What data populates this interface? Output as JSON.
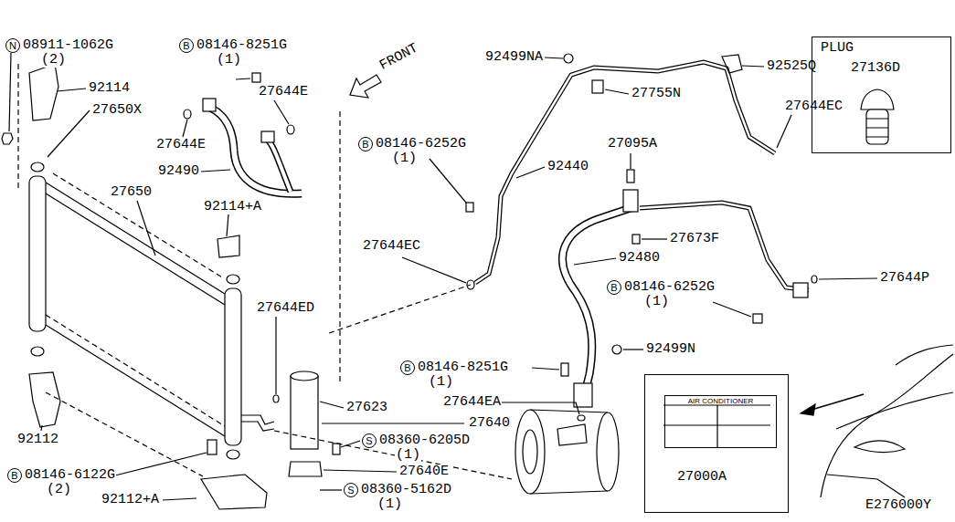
{
  "diagram": {
    "nodes": [
      {
        "text": [
          "PLUG",
          "27136D"
        ]
      },
      {
        "text": [
          "27000A"
        ]
      },
      {
        "text": [
          "AIR CONDITIONER"
        ],
        "in": 1
      }
    ],
    "labels": [
      "N",
      "08911-1062G",
      "(2)",
      "92114",
      "27650X",
      "B",
      "08146-8251G",
      "(1)",
      "27644E",
      "FRONT",
      "27644E",
      "92490",
      "27650",
      "92114+A",
      "27644ED",
      "27623",
      "27640",
      "S",
      "08360-6205D",
      "(1)",
      "27640E",
      "S",
      "08360-5162D",
      "(1)",
      "B",
      "08146-6122G",
      "(2)",
      "92112",
      "92112+A",
      "92499NA",
      "27755N",
      "92525Q",
      "27644EC",
      "B",
      "08146-6252G",
      "(1)",
      "92440",
      "27644EC",
      "27095A",
      "27673F",
      "92480",
      "27644P",
      "B",
      "08146-6252G",
      "(1)",
      "92499N",
      "B",
      "08146-8251G",
      "(1)",
      "27644EA",
      "E276000Y"
    ]
  }
}
